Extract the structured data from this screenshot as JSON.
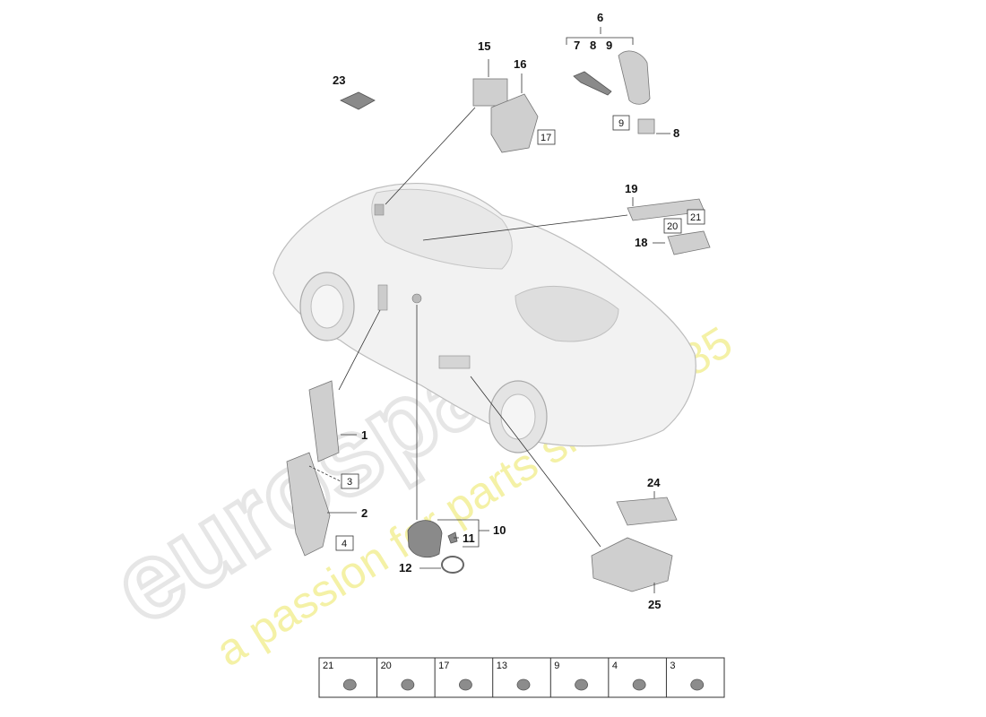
{
  "watermark": {
    "logo": "eurospares",
    "tagline": "a passion for parts since 1985"
  },
  "callouts": {
    "n1": "1",
    "n2": "2",
    "n3": "3",
    "n4": "4",
    "n6": "6",
    "n7": "7",
    "n8a": "8",
    "n8b": "8",
    "n9a": "9",
    "n9b": "9",
    "n10": "10",
    "n11": "11",
    "n12": "12",
    "n15": "15",
    "n16": "16",
    "n17": "17",
    "n18": "18",
    "n19": "19",
    "n20": "20",
    "n21": "21",
    "n23": "23",
    "n24": "24",
    "n25": "25"
  },
  "hardware_table": [
    "21",
    "20",
    "17",
    "13",
    "9",
    "4",
    "3"
  ]
}
